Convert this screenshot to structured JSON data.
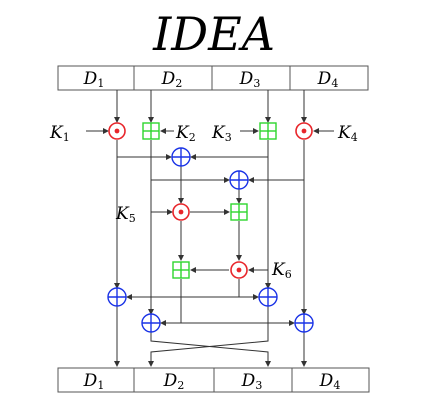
{
  "title": "IDEA",
  "inputs": [
    {
      "label": "D",
      "sub": "1"
    },
    {
      "label": "D",
      "sub": "2"
    },
    {
      "label": "D",
      "sub": "3"
    },
    {
      "label": "D",
      "sub": "4"
    }
  ],
  "outputs": [
    {
      "label": "D",
      "sub": "1"
    },
    {
      "label": "D",
      "sub": "2"
    },
    {
      "label": "D",
      "sub": "3"
    },
    {
      "label": "D",
      "sub": "4"
    }
  ],
  "keys": [
    {
      "label": "K",
      "sub": "1"
    },
    {
      "label": "K",
      "sub": "2"
    },
    {
      "label": "K",
      "sub": "3"
    },
    {
      "label": "K",
      "sub": "4"
    },
    {
      "label": "K",
      "sub": "5"
    },
    {
      "label": "K",
      "sub": "6"
    }
  ],
  "colors": {
    "multiply": "#e8262b",
    "add_mod": "#2dd62d",
    "xor": "#1a33e6",
    "wire": "#333333"
  }
}
